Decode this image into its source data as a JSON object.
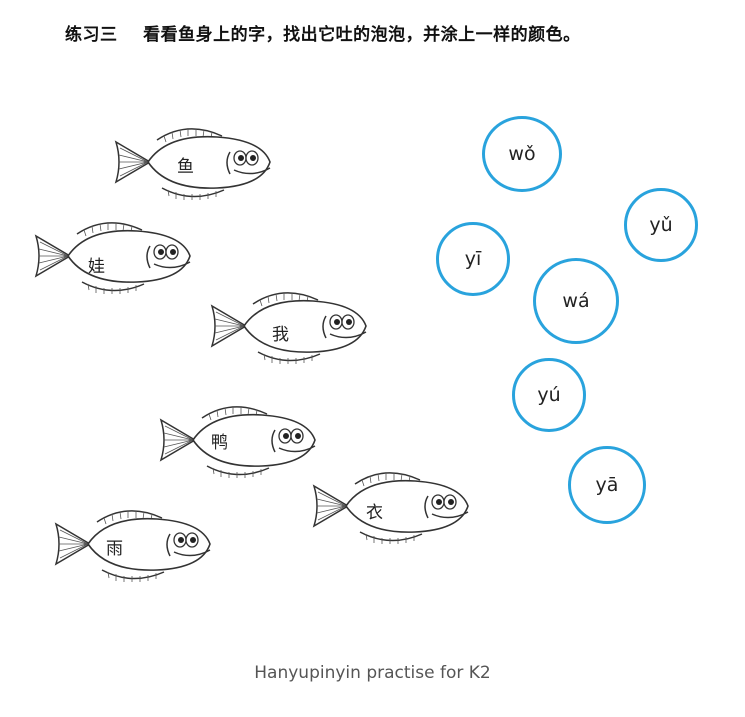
{
  "worksheet": {
    "instruction": "练习三    看看鱼身上的字，找出它吐的泡泡，并涂上一样的颜色。",
    "fish": [
      {
        "char": "鱼"
      },
      {
        "char": "娃"
      },
      {
        "char": "我"
      },
      {
        "char": "鸭"
      },
      {
        "char": "衣"
      },
      {
        "char": "雨"
      }
    ],
    "bubbles": [
      {
        "pinyin": "wǒ"
      },
      {
        "pinyin": "yǔ"
      },
      {
        "pinyin": "yī"
      },
      {
        "pinyin": "wá"
      },
      {
        "pinyin": "yú"
      },
      {
        "pinyin": "yā"
      }
    ],
    "bubble_color": "#29a3dd"
  },
  "caption": "Hanyupinyin practise for K2"
}
